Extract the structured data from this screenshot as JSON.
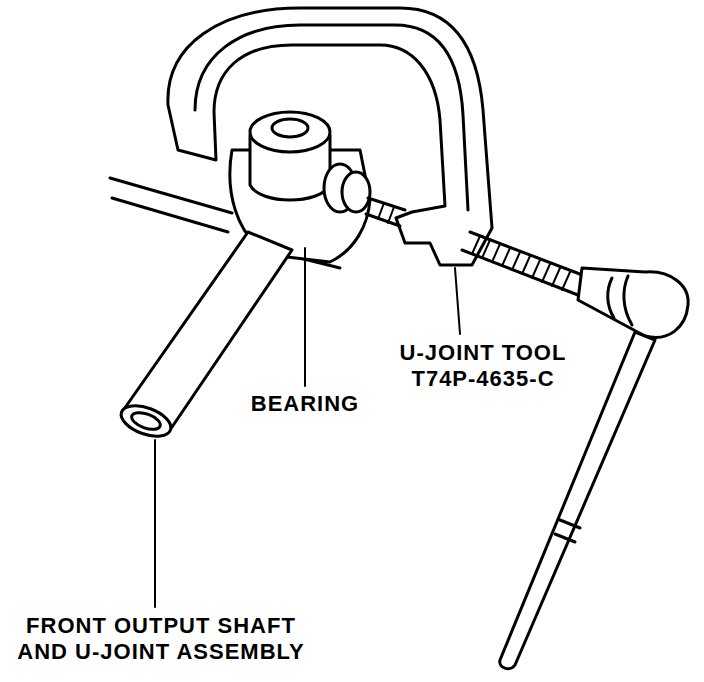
{
  "diagram": {
    "labels": [
      "BEARING",
      "U-JOINT TOOL T74P-4635-C",
      "FRONT OUTPUT SHAFT AND U-JOINT ASSEMBLY"
    ]
  }
}
